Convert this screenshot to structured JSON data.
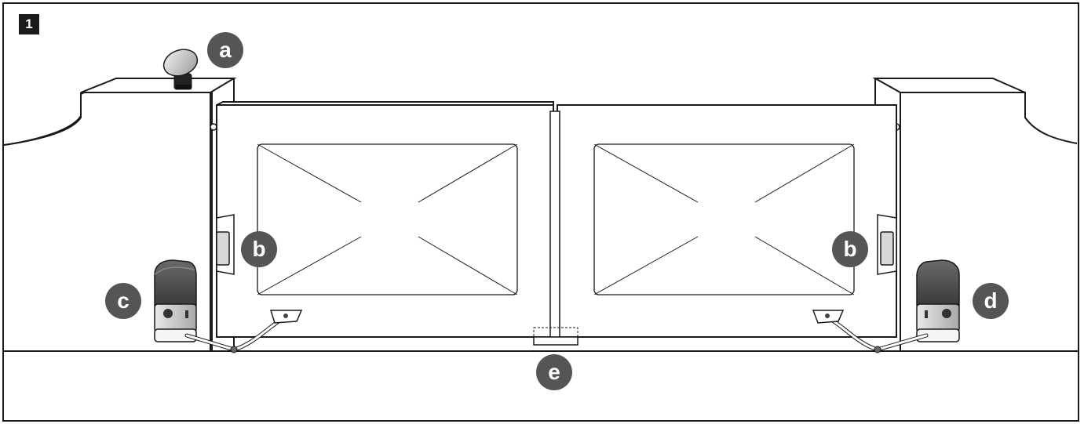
{
  "figure": {
    "number": "1"
  },
  "labels": {
    "flashing_light": "a",
    "photocell_left": "b",
    "photocell_right": "b",
    "gearmotor_left": "c",
    "gearmotor_right": "d",
    "gate_stop": "e"
  },
  "colors": {
    "line": "#1a1a1a",
    "callout_fill": "#555555",
    "motor_dark": "#4a4a4a",
    "motor_light": "#cfcfcf"
  }
}
